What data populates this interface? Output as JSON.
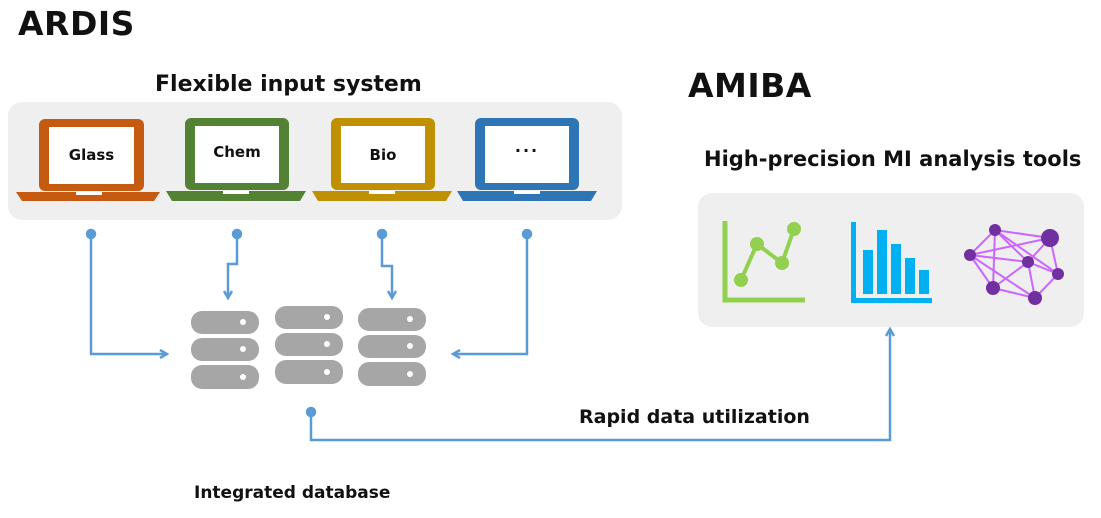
{
  "ardis": {
    "title": "ARDIS",
    "input_heading": "Flexible input system",
    "inputs": [
      {
        "label": "Glass",
        "color": "#c55a11"
      },
      {
        "label": "Chem",
        "color": "#548235"
      },
      {
        "label": "Bio",
        "color": "#bf9000"
      },
      {
        "label": "···",
        "color": "#2e75b6"
      }
    ],
    "database_caption": "Integrated database"
  },
  "amiba": {
    "title": "AMIBA",
    "tools_heading": "High-precision MI analysis tools",
    "tool_icons": [
      "line-chart-icon",
      "bar-chart-icon",
      "network-graph-icon"
    ]
  },
  "flow": {
    "utilization_label": "Rapid data utilization",
    "arrow_color": "#5b9bd5"
  }
}
